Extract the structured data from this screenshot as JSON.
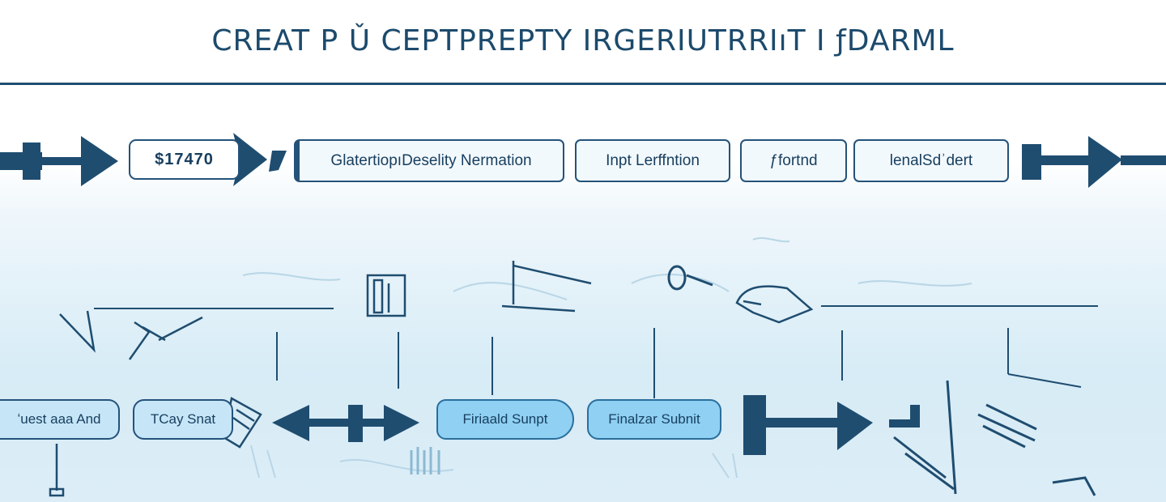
{
  "title": "CREAT P Ǔ CEPTPREPTY IRGERIUTRRIıT I ƒDARML",
  "colors": {
    "dark": "#1c4a6c",
    "line": "#24527a",
    "box_light": "#f2f9fd",
    "box_blue": "#8fd0f3",
    "box_pale": "#c6e6f8"
  },
  "top_row": {
    "price": "$17470",
    "steps": [
      "GlatertiopıDeselity Nermation",
      "Inpt Lerffntion",
      "ƒfortnd",
      "lenalSdʾdert"
    ]
  },
  "bottom_row": {
    "steps": [
      "ʻuest aaa And",
      "TCay Snat",
      "Firiaald Sunpt",
      "Finalzar Subnit"
    ]
  },
  "icons": [
    "arrow-right-icon",
    "document-icon",
    "pen-icon",
    "clipboard-icon",
    "key-icon",
    "hand-icon",
    "stack-icon"
  ]
}
